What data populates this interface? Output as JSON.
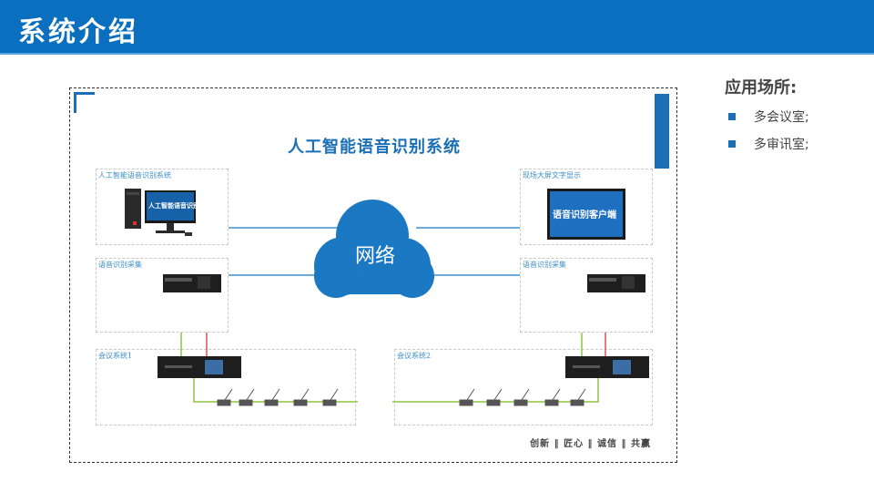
{
  "header": {
    "title": "系统介绍"
  },
  "side": {
    "title": "应用场所:",
    "items": [
      "多会议室;",
      "多审讯室;"
    ]
  },
  "diagram": {
    "title": "人工智能语音识别系统",
    "cloud_label": "网络",
    "boxes": {
      "pc": "人工智能语音识别系统",
      "display": "现场大屏文字显示",
      "capture_left": "语音识别采集",
      "capture_right": "语音识别采集",
      "conf1": "会议系统1",
      "conf2": "会议系统2"
    },
    "monitor_text": "人工智能语音识别",
    "screen_text": "语音识别客户端",
    "slogan": "创新 ‖ 匠心 ‖ 诚信 ‖ 共赢"
  },
  "colors": {
    "header": "#0a6fbf",
    "accent": "#1a6fb5",
    "line_blue": "#3b8fd0",
    "line_green": "#8fc33d",
    "line_red": "#d9534f"
  }
}
